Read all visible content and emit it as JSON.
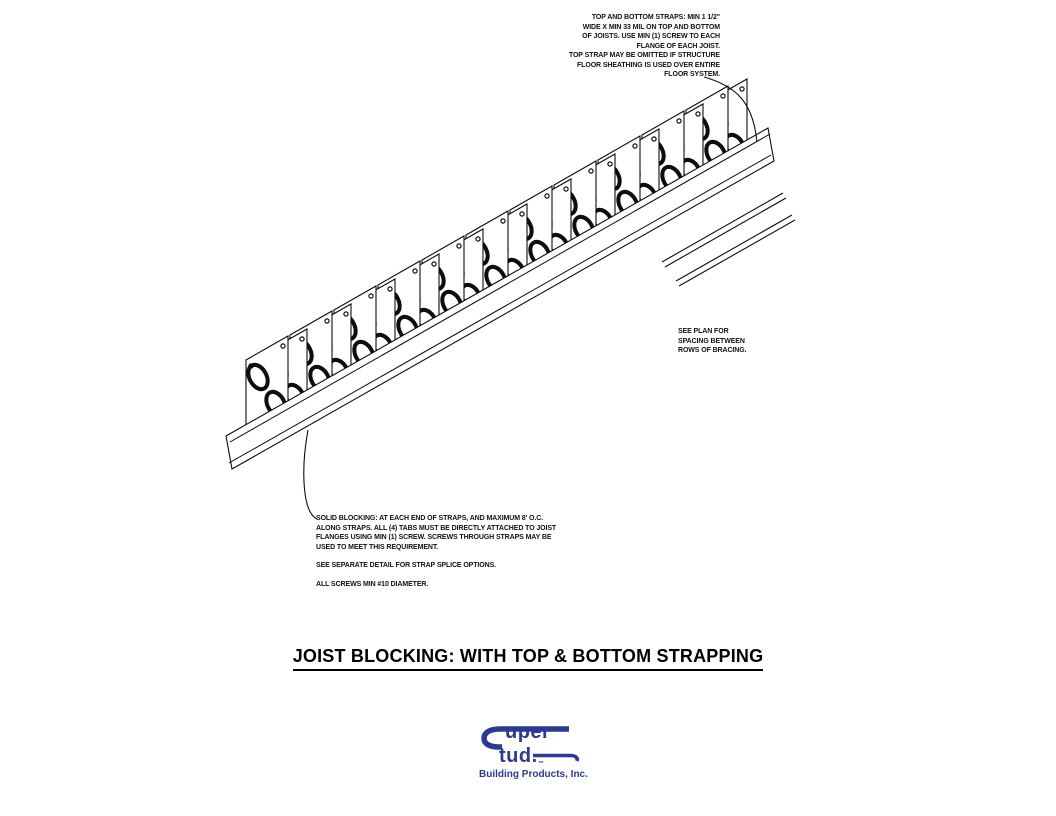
{
  "annotations": {
    "top_right": {
      "lines": [
        "TOP AND BOTTOM STRAPS: MIN 1 1/2\"",
        "WIDE X MIN 33 MIL ON TOP AND BOTTOM",
        "OF JOISTS. USE MIN (1) SCREW TO EACH",
        "FLANGE OF EACH JOIST.",
        "TOP STRAP MAY BE OMITTED IF STRUCTURE",
        "FLOOR SHEATHING IS USED OVER ENTIRE",
        "FLOOR SYSTEM."
      ]
    },
    "mid_right": {
      "lines": [
        "SEE PLAN FOR",
        "SPACING BETWEEN",
        "ROWS OF BRACING."
      ]
    },
    "bottom_left": {
      "lines": [
        "SOLID BLOCKING: AT EACH END OF STRAPS, AND MAXIMUM 8' O.C.",
        "ALONG STRAPS. ALL (4) TABS MUST BE DIRECTLY ATTACHED TO JOIST",
        "FLANGES USING MIN (1) SCREW. SCREWS THROUGH STRAPS MAY BE",
        "USED TO MEET THIS REQUIREMENT."
      ],
      "note_splice": "SEE SEPARATE DETAIL FOR STRAP SPLICE OPTIONS.",
      "note_screws": "ALL SCREWS MIN #10 DIAMETER."
    }
  },
  "title": {
    "text": "JOIST BLOCKING: WITH TOP & BOTTOM STRAPPING"
  },
  "logo": {
    "brand": "Super Stud",
    "suffix_top": "uper",
    "suffix_bottom": "tud.",
    "trademark": "™",
    "tagline": "Building Products, Inc.",
    "color": "#2b3a92"
  },
  "diagram": {
    "name": "joist-blocking-isometric",
    "joist_units": 11,
    "line_color": "#0d0d0d"
  }
}
